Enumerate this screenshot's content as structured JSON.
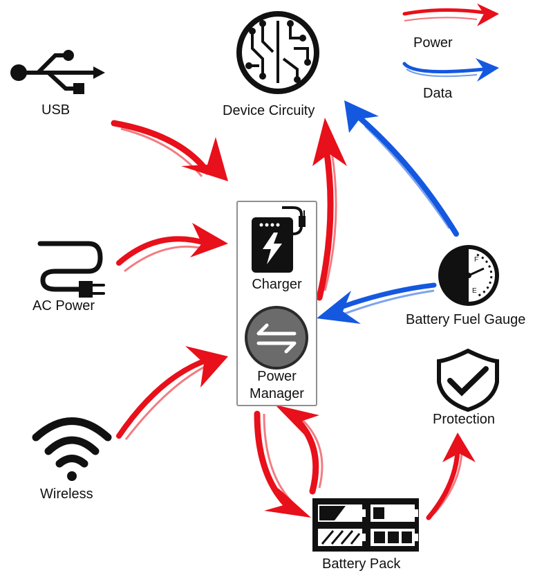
{
  "legend": {
    "power_label": "Power",
    "data_label": "Data"
  },
  "nodes": {
    "usb": "USB",
    "ac_power": "AC Power",
    "wireless": "Wireless",
    "device_circuity": "Device Circuity",
    "charger": "Charger",
    "power_manager_line1": "Power",
    "power_manager_line2": "Manager",
    "fuel_gauge": "Battery Fuel Gauge",
    "gauge_full_mark": "F",
    "gauge_empty_mark": "E",
    "protection": "Protection",
    "battery_pack": "Battery Pack"
  },
  "colors": {
    "power": "#e8101a",
    "data": "#1458e0",
    "icon": "#111111",
    "box_border": "#8f8f8f",
    "manager_circle": "#6b6b6b"
  }
}
